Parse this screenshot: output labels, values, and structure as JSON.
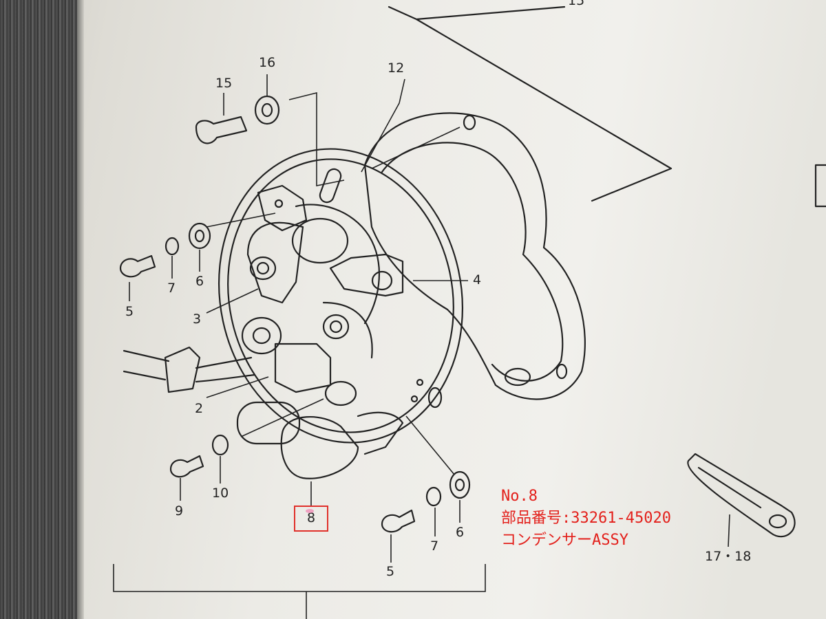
{
  "labels": {
    "n15_top": "15",
    "n16": "16",
    "n12": "12",
    "n15": "15",
    "n4": "4",
    "n5_left": "5",
    "n7_left": "7",
    "n6_left": "6",
    "n3": "3",
    "n2": "2",
    "n9": "9",
    "n10": "10",
    "n8": "8",
    "n7_right": "7",
    "n6_right": "6",
    "n5_bottom": "5",
    "n17_18": "17・18"
  },
  "callout": {
    "line1": "No.8",
    "line2": "部品番号:33261-45020",
    "line3": "コンデンサーASSY"
  },
  "colors": {
    "callout": "#e3201b",
    "highlight": "#e0302a",
    "ink": "#222222"
  }
}
